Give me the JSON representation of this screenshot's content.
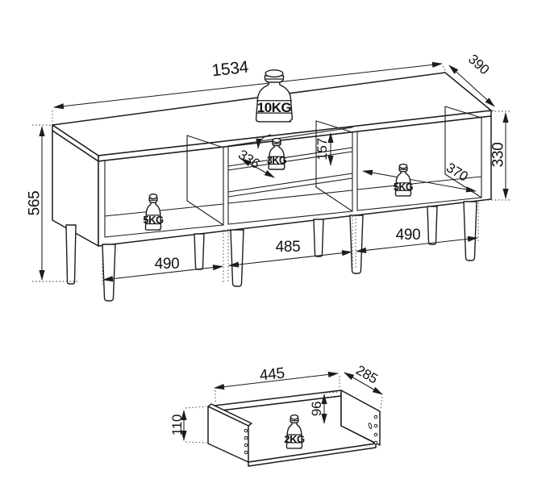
{
  "main_unit": {
    "dims": {
      "top_width": "1534",
      "top_depth": "390",
      "left_height": "565",
      "right_inner_height": "330",
      "right_inner_depth": "370",
      "middle_shelf_depth": "336",
      "shelf_to_top": "157",
      "base_left": "490",
      "base_middle": "485",
      "base_right": "490"
    },
    "weights": {
      "top": "10KG",
      "shelf": "3KG",
      "left_bay": "5KG",
      "right_bay": "5KG"
    }
  },
  "drawer": {
    "dims": {
      "top_width": "445",
      "top_depth": "285",
      "front_height": "110",
      "inner_height": "96"
    },
    "weight": "2KG"
  }
}
